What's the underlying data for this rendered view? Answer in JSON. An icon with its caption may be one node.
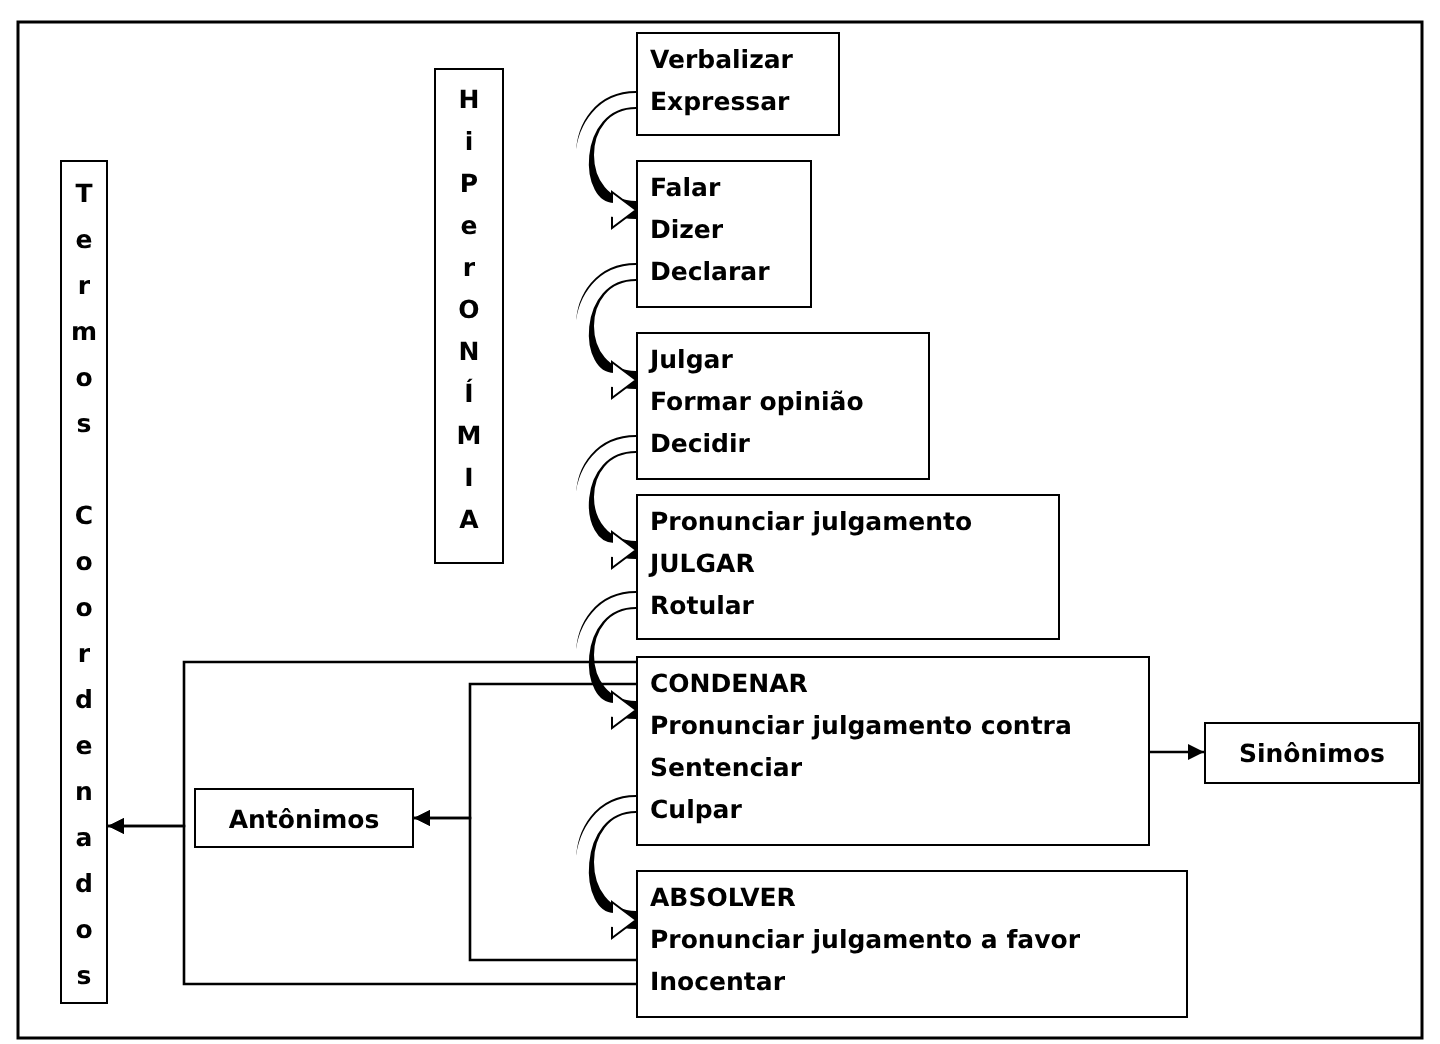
{
  "diagram": {
    "nodes": [
      {
        "text": [
          "Termos Coordenados"
        ]
      },
      {
        "text": [
          "HiPerONÍMIA"
        ]
      },
      {
        "text": [
          "Verbalizar",
          "Expressar"
        ]
      },
      {
        "text": [
          "Falar",
          "Dizer",
          "Declarar"
        ]
      },
      {
        "text": [
          "Julgar",
          "Formar opinião",
          "Decidir"
        ]
      },
      {
        "text": [
          "Pronunciar julgamento",
          "JULGAR",
          "Rotular"
        ]
      },
      {
        "text": [
          "CONDENAR",
          "Pronunciar julgamento contra",
          "Sentenciar",
          "Culpar"
        ]
      },
      {
        "text": [
          "ABSOLVER",
          "Pronunciar julgamento a favor",
          "Inocentar"
        ]
      },
      {
        "text": [
          "Antônimos"
        ]
      },
      {
        "text": [
          "Sinônimos"
        ]
      }
    ],
    "edges": [
      {
        "from": 2,
        "to": 3,
        "arrow": "to",
        "style": "thick"
      },
      {
        "from": 3,
        "to": 4,
        "arrow": "to",
        "style": "thick"
      },
      {
        "from": 4,
        "to": 5,
        "arrow": "to",
        "style": "thick"
      },
      {
        "from": 5,
        "to": 6,
        "arrow": "to",
        "style": "thick"
      },
      {
        "from": 6,
        "to": 7,
        "arrow": "to",
        "style": "thick"
      },
      {
        "from": 6,
        "to": 8,
        "arrow": "to"
      },
      {
        "from": 7,
        "to": 8,
        "arrow": "to"
      },
      {
        "from": 6,
        "to": 0,
        "arrow": "to"
      },
      {
        "from": 7,
        "to": 0,
        "arrow": "to"
      },
      {
        "from": 6,
        "to": 9,
        "arrow": "to"
      }
    ]
  }
}
